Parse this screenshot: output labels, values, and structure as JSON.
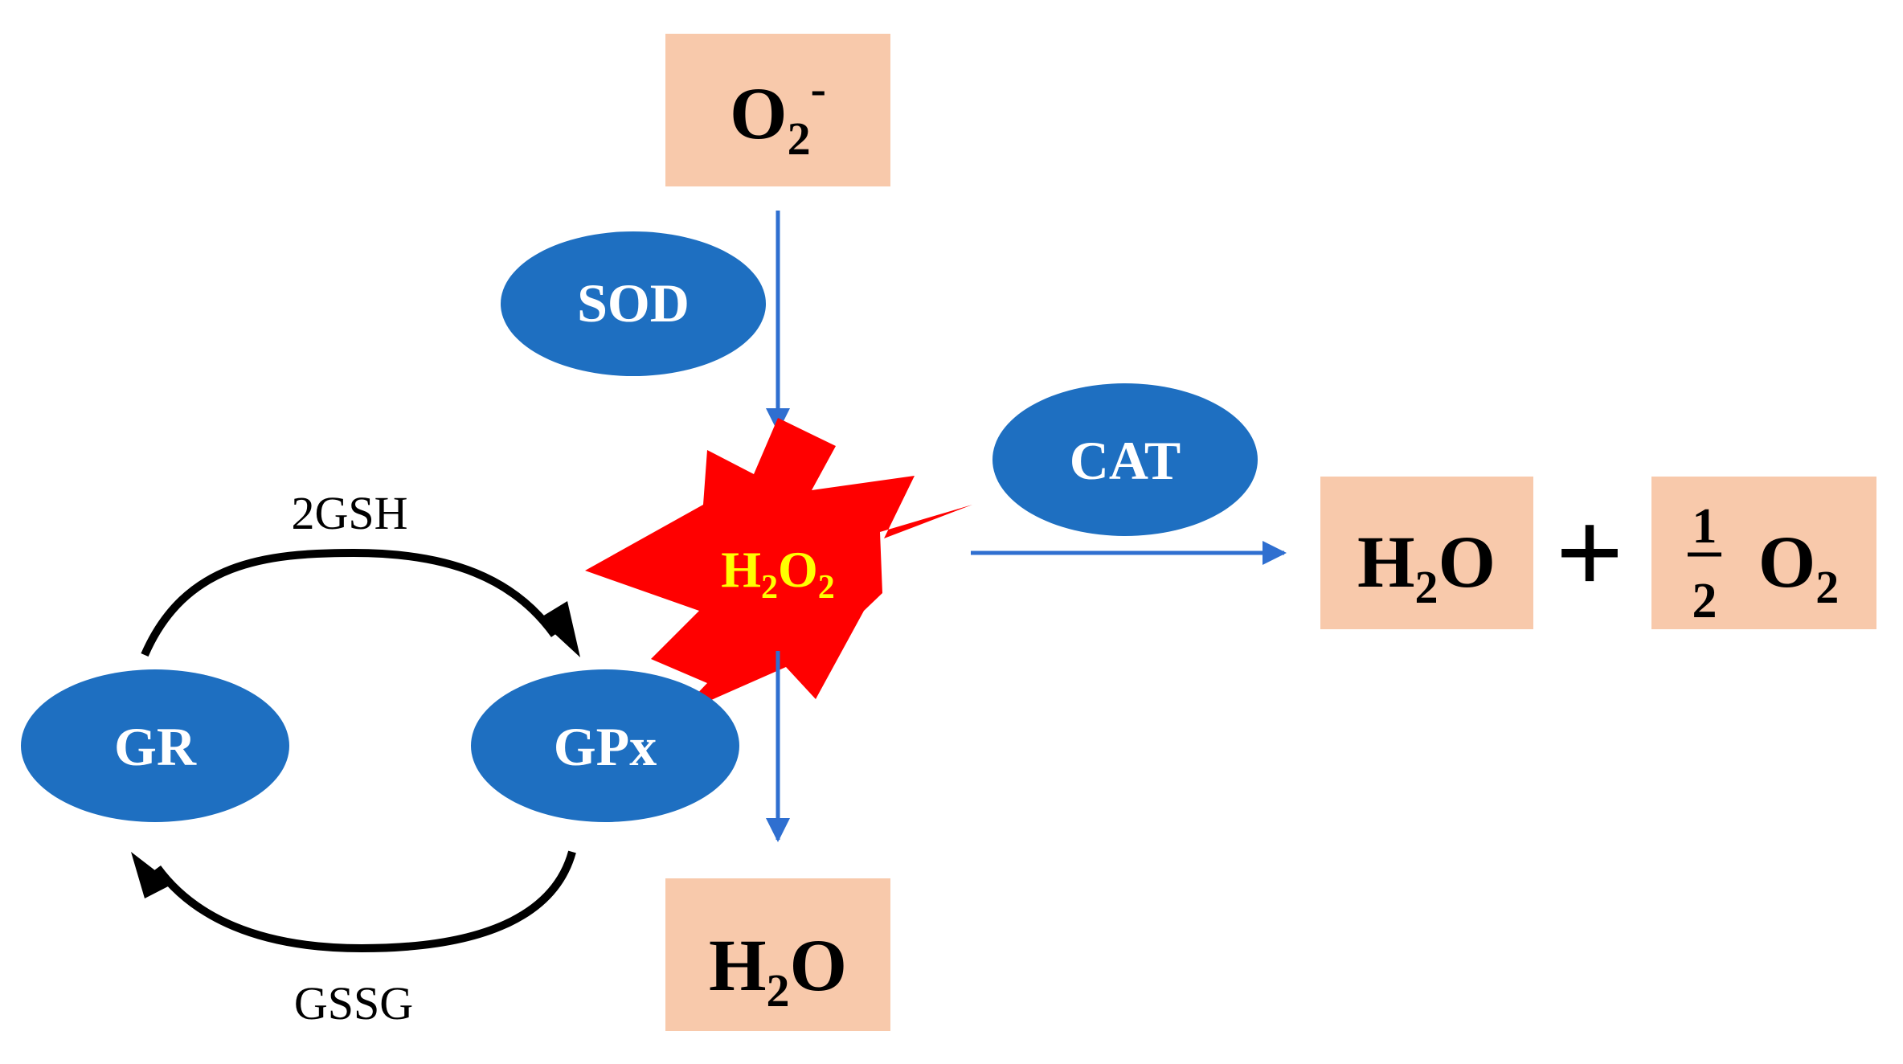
{
  "colors": {
    "box_fill": "#f8c9ab",
    "enzyme_fill": "#1e6fc1",
    "arrow_blue": "#2f6fd0",
    "burst_fill": "#ff0000",
    "burst_text": "#ffff00",
    "cycle_arrow": "#000000"
  },
  "superoxide": {
    "base": "O",
    "sub": "2",
    "sup": "-"
  },
  "hydrogen_peroxide": {
    "h": "H",
    "sub1": "2",
    "o": "O",
    "sub2": "2"
  },
  "water_bottom": {
    "h": "H",
    "sub": "2",
    "o": "O"
  },
  "water_right": {
    "h": "H",
    "sub": "2",
    "o": "O"
  },
  "plus_sign": "+",
  "half_oxygen": {
    "numerator": "1",
    "denominator": "2",
    "base": "O",
    "sub": "2"
  },
  "enzymes": {
    "sod": "SOD",
    "cat": "CAT",
    "gr": "GR",
    "gpx": "GPx"
  },
  "cycle": {
    "top_label": "2GSH",
    "bottom_label": "GSSG"
  }
}
